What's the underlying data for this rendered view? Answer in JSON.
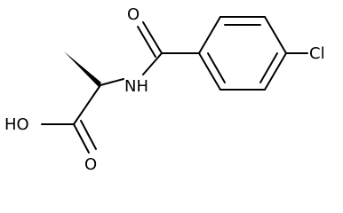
{
  "molecule": {
    "atom_labels": {
      "carbonyl_oxygen": "O",
      "amide_nitrogen": "NH",
      "chlorine": "Cl",
      "hydroxyl": "HO",
      "acid_oxygen": "O"
    }
  }
}
